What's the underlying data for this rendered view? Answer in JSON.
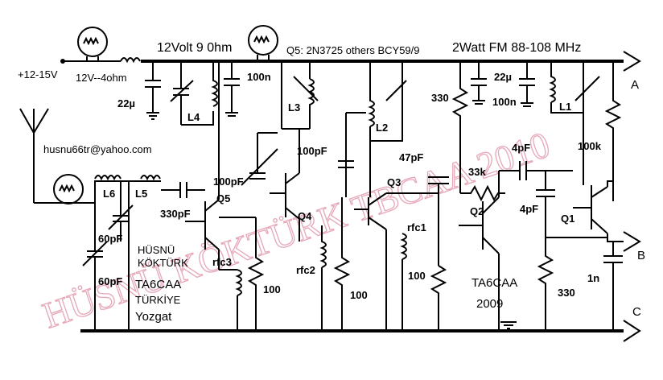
{
  "header": {
    "supply_label": "12Volt 9 0hm",
    "transistor_note": "Q5: 2N3725 others BCY59/9",
    "title": "2Watt FM 88-108 MHz"
  },
  "supply": {
    "input_label": "+12-15V",
    "lamp_label": "12V--4ohm"
  },
  "contact": {
    "email": "husnu66tr@yahoo.com"
  },
  "author": {
    "name_line1": "HÜSNÜ",
    "name_line2": "KÖKTÜRK",
    "callsign": "TA6CAA",
    "country": "TÜRKİYE",
    "city": "Yozgat"
  },
  "credit": {
    "callsign": "TA6CAA",
    "year": "2009"
  },
  "watermark": {
    "text": "HÜSNÜ KÖKTÜRK TBCAA 2010"
  },
  "outputs": {
    "a": "A",
    "b": "B",
    "c": "C"
  },
  "components": {
    "c_22u_left": "22µ",
    "c_100n_left": "100n",
    "c_22u_right": "22µ",
    "c_100n_right": "100n",
    "r_330_top": "330",
    "c_4pf_top": "4pF",
    "r_100k": "100k",
    "l1": "L1",
    "l2": "L2",
    "l3": "L3",
    "l4": "L4",
    "l5": "L5",
    "l6": "L6",
    "c_100pf_q4": "100pF",
    "c_100pf_q5": "100pF",
    "c_47pf": "47pF",
    "r_33k": "33k",
    "q1": "Q1",
    "q2": "Q2",
    "q3": "Q3",
    "q4": "Q4",
    "q5": "Q5",
    "c_4pf_mid": "4pF",
    "c_330pf": "330pF",
    "c_60pf_a": "60pF",
    "c_60pf_b": "60pF",
    "rfc1": "rfc1",
    "rfc2": "rfc2",
    "rfc3": "rfc3",
    "r_100_a": "100",
    "r_100_b": "100",
    "r_100_c": "100",
    "r_330_bottom": "330",
    "c_1n": "1n"
  }
}
